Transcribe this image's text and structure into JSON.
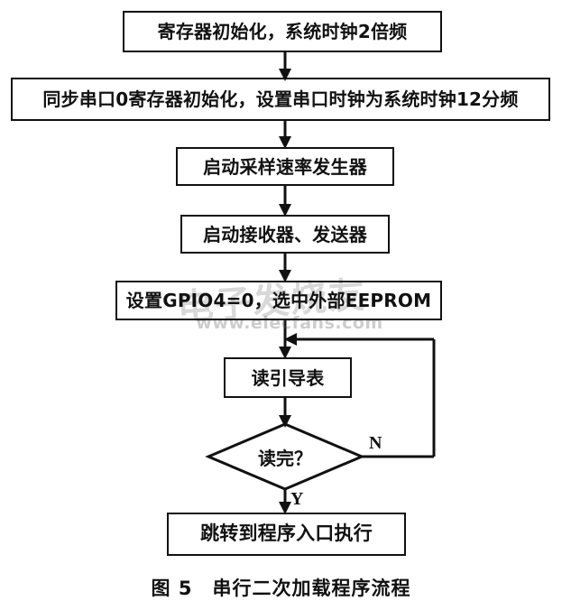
{
  "figure": {
    "caption": "图 5　串行二次加载程序流程",
    "caption_number": "图 5",
    "caption_title": "串行二次加载程序流程",
    "line_color": "#111111",
    "background_color": "#ffffff"
  },
  "nodes": {
    "reg_init": {
      "type": "process",
      "label": "寄存器初始化，系统时钟2倍频"
    },
    "uart_init": {
      "type": "process",
      "label": "同步串口0寄存器初始化，设置串口时钟为系统时钟12分频"
    },
    "sample_rate_gen": {
      "type": "process",
      "label": "启动采样速率发生器"
    },
    "rx_tx_start": {
      "type": "process",
      "label": "启动接收器、发送器"
    },
    "gpio_eeprom": {
      "type": "process",
      "label": "设置GPIO4=0，选中外部EEPROM"
    },
    "read_boot_table": {
      "type": "process",
      "label": "读引导表"
    },
    "decision_done": {
      "type": "decision",
      "label": "读完？"
    },
    "jump_entry": {
      "type": "process",
      "label": "跳转到程序入口执行"
    }
  },
  "branches": {
    "no_label": "N",
    "yes_label": "Y"
  },
  "watermark": {
    "brand": "电子发烧友",
    "url": "www.elecfans.com"
  }
}
